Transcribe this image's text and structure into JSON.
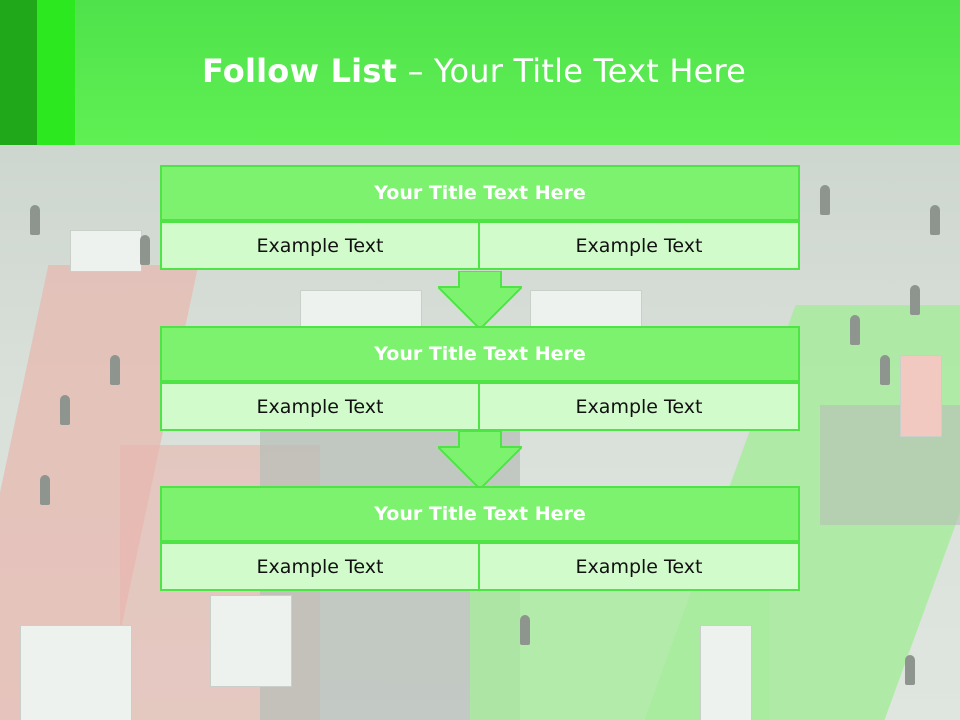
{
  "header": {
    "title_bold": "Follow List",
    "title_rest": "– Your Title Text Here"
  },
  "colors": {
    "header_green": "#5ff054",
    "header_dark": "#21a81a",
    "block_green": "#7cf26f",
    "cell_green": "#d2fbcc",
    "border_green": "#4fe445"
  },
  "flow": [
    {
      "title": "Your Title Text Here",
      "left": "Example Text",
      "right": "Example Text"
    },
    {
      "title": "Your Title Text Here",
      "left": "Example Text",
      "right": "Example Text"
    },
    {
      "title": "Your Title Text Here",
      "left": "Example Text",
      "right": "Example Text"
    }
  ]
}
